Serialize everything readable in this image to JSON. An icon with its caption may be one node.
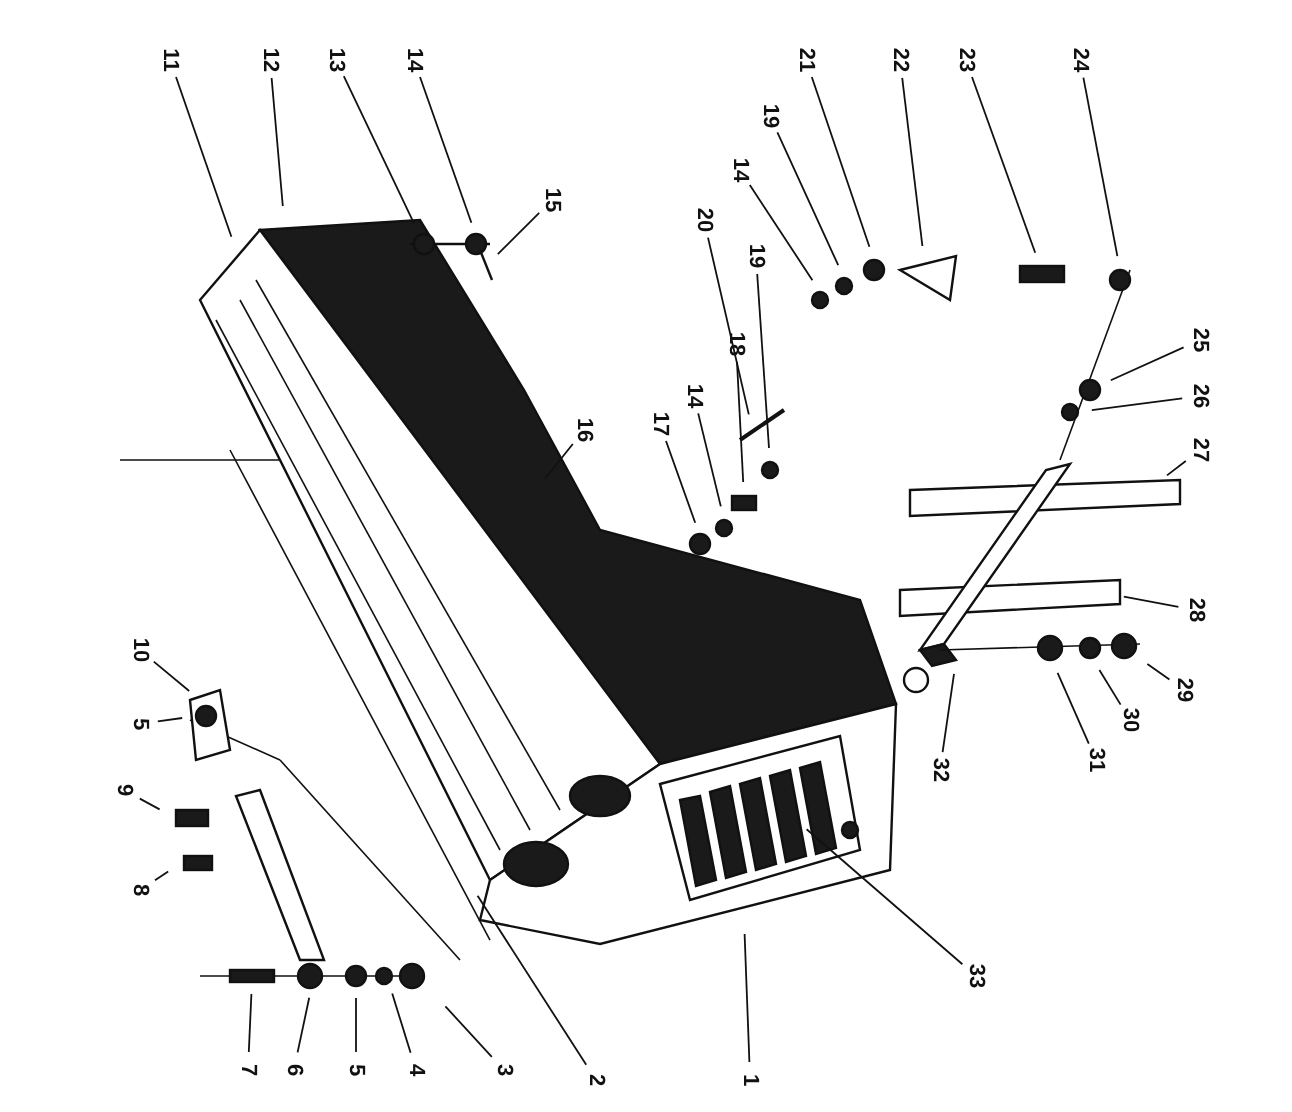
{
  "diagram": {
    "nodes": [
      {
        "text": [
          "1"
        ]
      },
      {
        "text": [
          "2"
        ]
      },
      {
        "text": [
          "3"
        ]
      },
      {
        "text": [
          "4"
        ]
      },
      {
        "text": [
          "5"
        ]
      },
      {
        "text": [
          "6"
        ]
      },
      {
        "text": [
          "7"
        ]
      },
      {
        "text": [
          "8"
        ]
      },
      {
        "text": [
          "9"
        ]
      },
      {
        "text": [
          "5"
        ]
      },
      {
        "text": [
          "10"
        ]
      },
      {
        "text": [
          "11"
        ]
      },
      {
        "text": [
          "12"
        ]
      },
      {
        "text": [
          "13"
        ]
      },
      {
        "text": [
          "14"
        ]
      },
      {
        "text": [
          "15"
        ]
      },
      {
        "text": [
          "16"
        ]
      },
      {
        "text": [
          "17"
        ]
      },
      {
        "text": [
          "14"
        ]
      },
      {
        "text": [
          "18"
        ]
      },
      {
        "text": [
          "19"
        ]
      },
      {
        "text": [
          "20"
        ]
      },
      {
        "text": [
          "14"
        ]
      },
      {
        "text": [
          "19"
        ]
      },
      {
        "text": [
          "21"
        ]
      },
      {
        "text": [
          "22"
        ]
      },
      {
        "text": [
          "23"
        ]
      },
      {
        "text": [
          "24"
        ]
      },
      {
        "text": [
          "25"
        ]
      },
      {
        "text": [
          "26"
        ]
      },
      {
        "text": [
          "27"
        ]
      },
      {
        "text": [
          "28"
        ]
      },
      {
        "text": [
          "29"
        ]
      },
      {
        "text": [
          "30"
        ]
      },
      {
        "text": [
          "31"
        ]
      },
      {
        "text": [
          "32"
        ]
      },
      {
        "text": [
          "33"
        ]
      }
    ],
    "edges": [
      {
        "from": 0,
        "to": null,
        "arrow": "none"
      },
      {
        "from": 1,
        "to": null,
        "arrow": "none"
      },
      {
        "from": 2,
        "to": null,
        "arrow": "none"
      },
      {
        "from": 3,
        "to": null,
        "arrow": "none"
      },
      {
        "from": 4,
        "to": null,
        "arrow": "none"
      },
      {
        "from": 5,
        "to": null,
        "arrow": "none"
      },
      {
        "from": 6,
        "to": null,
        "arrow": "none"
      },
      {
        "from": 7,
        "to": null,
        "arrow": "none"
      },
      {
        "from": 8,
        "to": null,
        "arrow": "none"
      },
      {
        "from": 9,
        "to": null,
        "arrow": "none"
      },
      {
        "from": 10,
        "to": null,
        "arrow": "none"
      },
      {
        "from": 11,
        "to": null,
        "arrow": "none"
      },
      {
        "from": 12,
        "to": null,
        "arrow": "none"
      },
      {
        "from": 13,
        "to": null,
        "arrow": "none"
      },
      {
        "from": 14,
        "to": null,
        "arrow": "none"
      },
      {
        "from": 15,
        "to": null,
        "arrow": "none"
      },
      {
        "from": 16,
        "to": null,
        "arrow": "none"
      },
      {
        "from": 17,
        "to": null,
        "arrow": "none"
      },
      {
        "from": 18,
        "to": null,
        "arrow": "none"
      },
      {
        "from": 19,
        "to": null,
        "arrow": "none"
      },
      {
        "from": 20,
        "to": null,
        "arrow": "none"
      },
      {
        "from": 21,
        "to": null,
        "arrow": "none"
      },
      {
        "from": 22,
        "to": null,
        "arrow": "none"
      },
      {
        "from": 23,
        "to": null,
        "arrow": "none"
      },
      {
        "from": 24,
        "to": null,
        "arrow": "none"
      },
      {
        "from": 25,
        "to": null,
        "arrow": "none"
      },
      {
        "from": 26,
        "to": null,
        "arrow": "none"
      },
      {
        "from": 27,
        "to": null,
        "arrow": "none"
      },
      {
        "from": 28,
        "to": null,
        "arrow": "none"
      },
      {
        "from": 29,
        "to": null,
        "arrow": "none"
      },
      {
        "from": 30,
        "to": null,
        "arrow": "none"
      },
      {
        "from": 31,
        "to": null,
        "arrow": "none"
      },
      {
        "from": 32,
        "to": null,
        "arrow": "none"
      },
      {
        "from": 33,
        "to": null,
        "arrow": "none"
      },
      {
        "from": 34,
        "to": null,
        "arrow": "none"
      },
      {
        "from": 35,
        "to": null,
        "arrow": "none"
      },
      {
        "from": 36,
        "to": null,
        "arrow": "none"
      }
    ]
  }
}
